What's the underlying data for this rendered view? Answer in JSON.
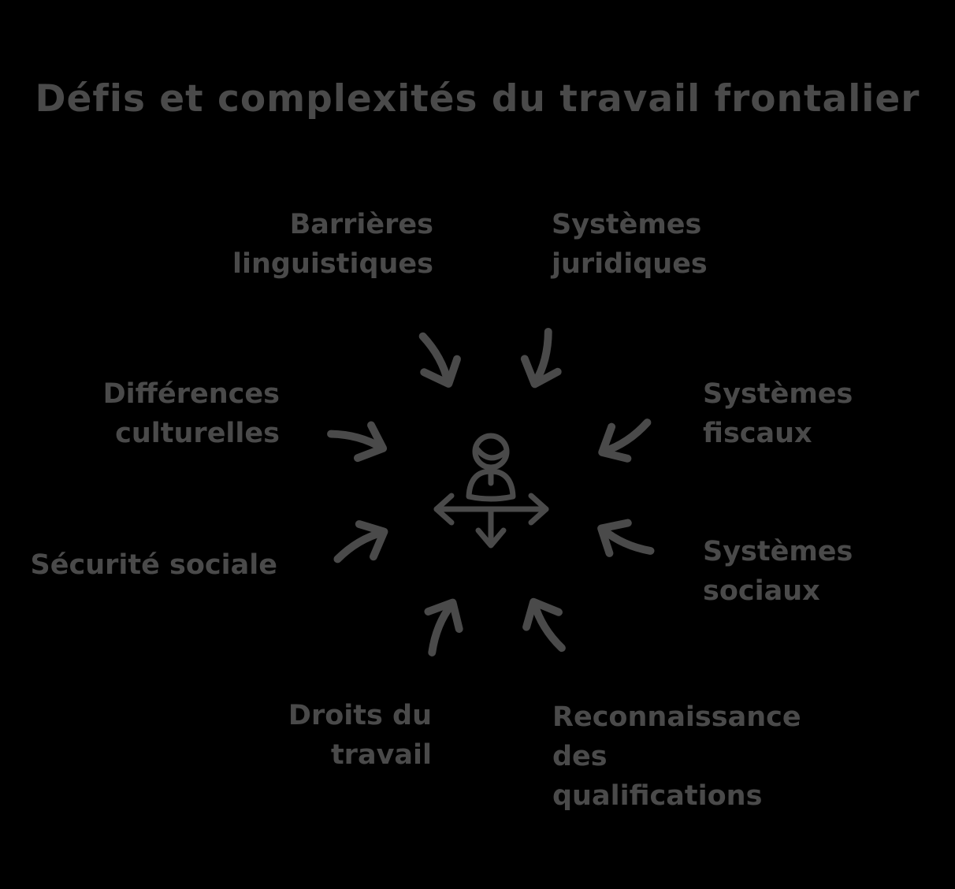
{
  "colors": {
    "background": "#000000",
    "ink": "#4a4a4a"
  },
  "title": "Défis et complexités du travail frontalier",
  "center": {
    "icon": "person-directions-icon"
  },
  "challenges": [
    {
      "id": "barrieres-linguistiques",
      "label": "Barrières\nlinguistiques",
      "position": "top-left"
    },
    {
      "id": "systemes-juridiques",
      "label": "Systèmes\njuridiques",
      "position": "top-right"
    },
    {
      "id": "differences-culturelles",
      "label": "Différences\nculturelles",
      "position": "left-upper"
    },
    {
      "id": "systemes-fiscaux",
      "label": "Systèmes\nfiscaux",
      "position": "right-upper"
    },
    {
      "id": "securite-sociale",
      "label": "Sécurité sociale",
      "position": "left-lower"
    },
    {
      "id": "systemes-sociaux",
      "label": "Systèmes\nsociaux",
      "position": "right-lower"
    },
    {
      "id": "droits-du-travail",
      "label": "Droits du\ntravail",
      "position": "bottom-left"
    },
    {
      "id": "reconnaissance-des-qualifications",
      "label": "Reconnaissance\ndes\nqualifications",
      "position": "bottom-right"
    }
  ]
}
